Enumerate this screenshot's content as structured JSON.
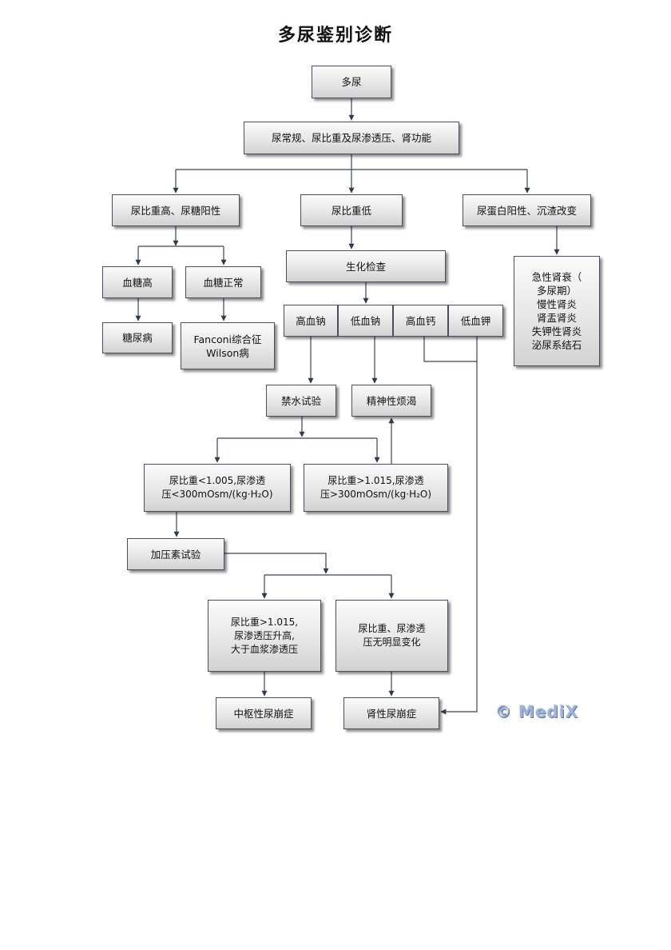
{
  "title": "多尿鉴别诊断",
  "nodes": {
    "polyuria": "多尿",
    "tests": "尿常规、尿比重及尿渗透压、肾功能",
    "sg_high_glucose": "尿比重高、尿糖阳性",
    "sg_low": "尿比重低",
    "protein_positive": "尿蛋白阳性、沉渣改变",
    "glucose_high": "血糖高",
    "glucose_normal": "血糖正常",
    "diabetes": "糖尿病",
    "fanconi": "Fanconi综合征\nWilson病",
    "biochem": "生化检查",
    "high_na": "高血钠",
    "low_na": "低血钠",
    "high_ca": "高血钙",
    "low_k": "低血钾",
    "renal_list": "急性肾衰（\n多尿期）\n慢性肾炎\n肾盂肾炎\n失钾性肾炎\n泌尿系结石",
    "water_test": "禁水试验",
    "psychogenic": "精神性烦渴",
    "sg_below": "尿比重<1.005,尿渗透\n压<300mOsm/(kg·H₂O)",
    "sg_above": "尿比重>1.015,尿渗透\n压>300mOsm/(kg·H₂O)",
    "vasopressin": "加压素试验",
    "response_up": "尿比重>1.015,\n尿渗透压升高,\n大于血浆渗透压",
    "no_change": "尿比重、尿渗透\n压无明显变化",
    "central_di": "中枢性尿崩症",
    "nephrogenic_di": "肾性尿崩症"
  },
  "watermark": "© MediX"
}
